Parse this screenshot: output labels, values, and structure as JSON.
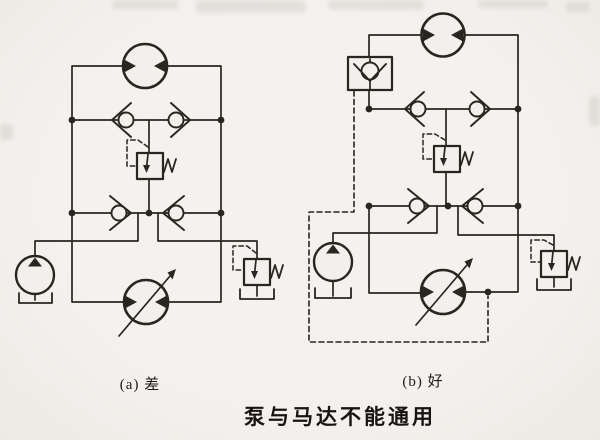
{
  "figure": {
    "caption": "泵与马达不能通用",
    "labels": {
      "a": "(a) 差",
      "b": "(b) 好"
    },
    "ink_color": "#29261f",
    "paper_color": "#f2f0ec",
    "circuit_a": {
      "verdict": "差",
      "components": [
        "bidirectional-hydraulic-motor",
        "check-valve-upper-left",
        "check-valve-upper-right",
        "pilot-operated-relief-valve-crossline",
        "check-valve-lower-left",
        "check-valve-lower-right",
        "charge-pump",
        "reservoir-tank-under-pump",
        "pilot-operated-relief-valve-to-tank",
        "reservoir-tank-under-relief",
        "variable-displacement-hydraulic-motor"
      ]
    },
    "circuit_b": {
      "verdict": "好",
      "components": [
        "bidirectional-hydraulic-motor",
        "boxed-check-valve-bypass",
        "check-valve-upper-left",
        "check-valve-upper-right",
        "pilot-operated-relief-valve-crossline",
        "check-valve-lower-left",
        "check-valve-lower-right",
        "charge-pump",
        "reservoir-tank-under-pump",
        "pilot-operated-relief-valve-to-tank",
        "reservoir-tank-under-relief",
        "variable-displacement-hydraulic-motor",
        "dashed-case-drain-line"
      ]
    }
  }
}
